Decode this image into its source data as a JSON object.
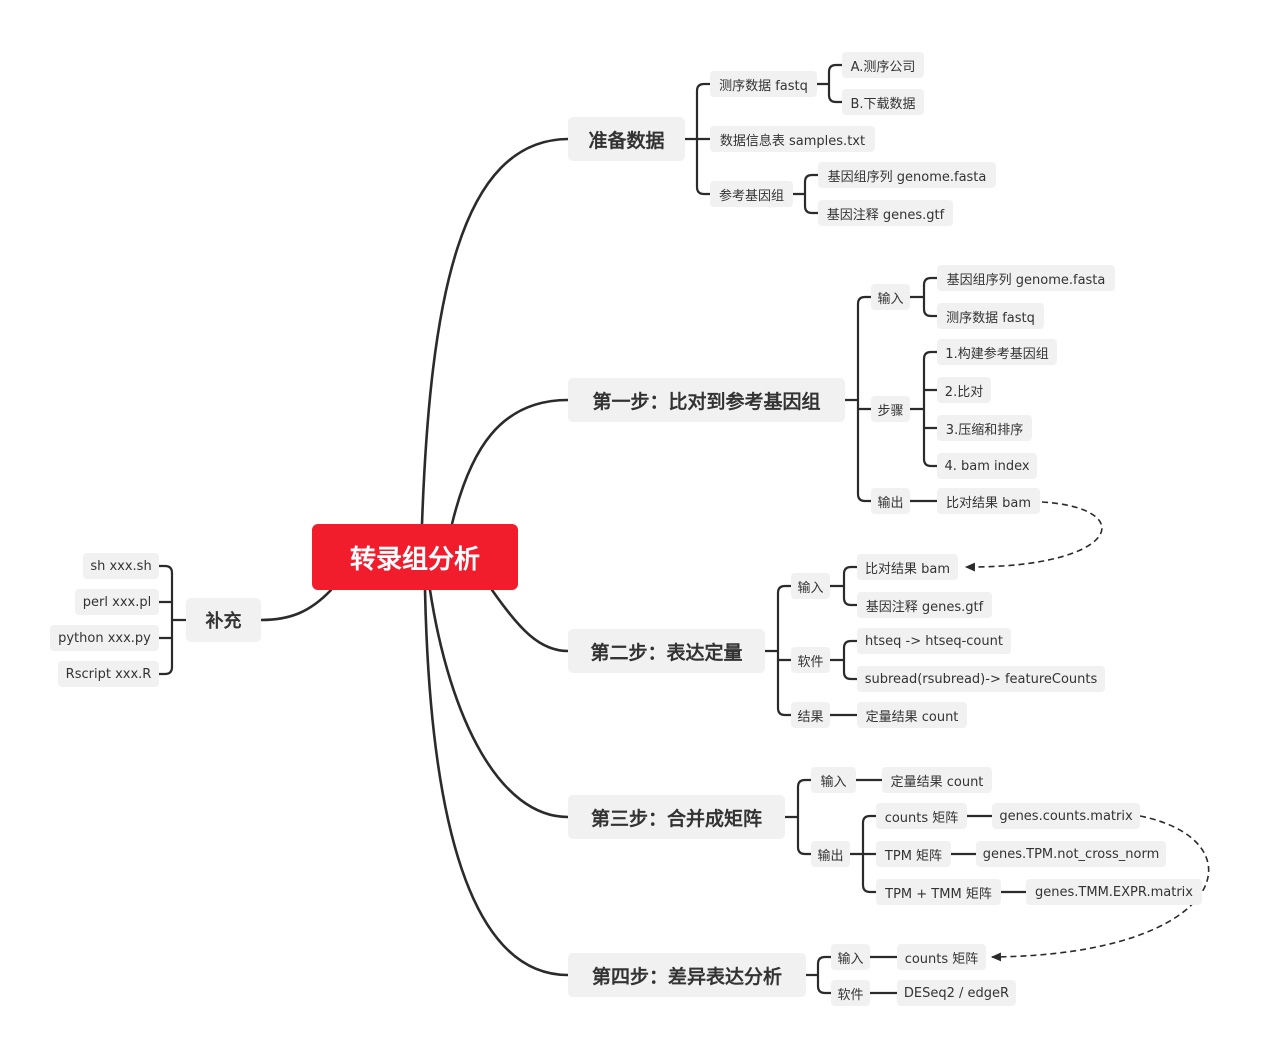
{
  "root": "转录组分析",
  "supplement": {
    "title": "补充",
    "items": [
      "sh xxx.sh",
      "perl xxx.pl",
      "python xxx.py",
      "Rscript xxx.R"
    ]
  },
  "prep": {
    "title": "准备数据",
    "seq_data": "测序数据 fastq",
    "seq_sources": [
      "A.测序公司",
      "B.下载数据"
    ],
    "sample_table": "数据信息表 samples.txt",
    "reference": "参考基因组",
    "reference_items": [
      "基因组序列 genome.fasta",
      "基因注释 genes.gtf"
    ]
  },
  "step1": {
    "title": "第一步：比对到参考基因组",
    "input_label": "输入",
    "inputs": [
      "基因组序列 genome.fasta",
      "测序数据 fastq"
    ],
    "steps_label": "步骤",
    "steps": [
      "1.构建参考基因组",
      "2.比对",
      "3.压缩和排序",
      "4. bam index"
    ],
    "output_label": "输出",
    "output": "比对结果 bam"
  },
  "step2": {
    "title": "第二步：表达定量",
    "input_label": "输入",
    "inputs": [
      "比对结果 bam",
      "基因注释 genes.gtf"
    ],
    "software_label": "软件",
    "software": [
      "htseq -> htseq-count",
      "subread(rsubread)-> featureCounts"
    ],
    "result_label": "结果",
    "result": "定量结果 count"
  },
  "step3": {
    "title": "第三步：合并成矩阵",
    "input_label": "输入",
    "input": "定量结果 count",
    "output_label": "输出",
    "outputs": [
      {
        "name": "counts 矩阵",
        "file": "genes.counts.matrix"
      },
      {
        "name": "TPM 矩阵",
        "file": "genes.TPM.not_cross_norm"
      },
      {
        "name": "TPM + TMM 矩阵",
        "file": "genes.TMM.EXPR.matrix"
      }
    ]
  },
  "step4": {
    "title": "第四步：差异表达分析",
    "input_label": "输入",
    "input": "counts 矩阵",
    "software_label": "软件",
    "software": "DESeq2 / edgeR"
  },
  "colors": {
    "root_fill": "#f21d2c",
    "node_fill": "#f1f1f1",
    "line": "#2b2b2b"
  }
}
